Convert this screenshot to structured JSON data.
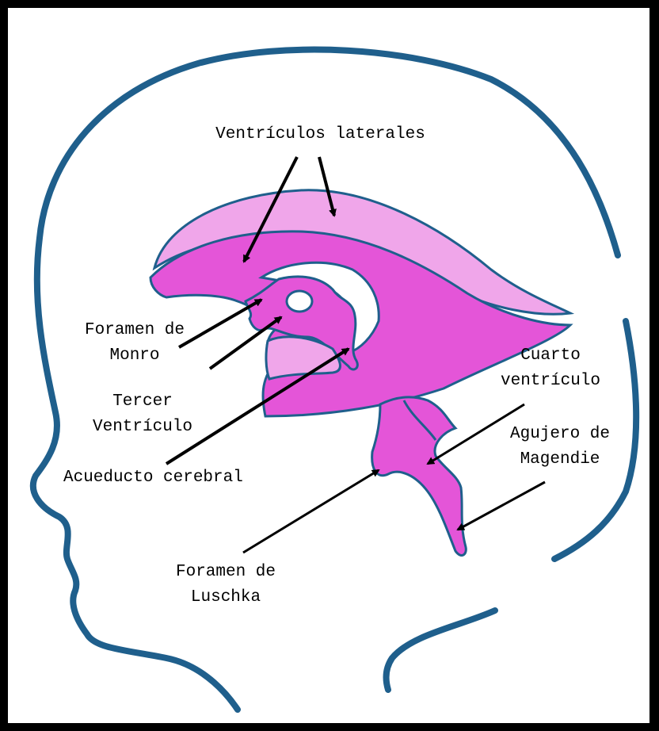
{
  "colors": {
    "outline": "#1f5f8c",
    "ventricle": "#e455d8",
    "ventricle_light": "#f0a6ea",
    "arrow": "#000000",
    "frame": "#000000"
  },
  "labels": {
    "lateral_ventricles": "Ventrículos laterales",
    "foramen_monro_1": "Foramen de",
    "foramen_monro_2": "Monro",
    "third_ventricle_1": "Tercer",
    "third_ventricle_2": "Ventrículo",
    "aqueduct": "Acueducto cerebral",
    "fourth_ventricle_1": "Cuarto",
    "fourth_ventricle_2": "ventrículo",
    "magendie_1": "Agujero de",
    "magendie_2": "Magendie",
    "luschka_1": "Foramen de",
    "luschka_2": "Luschka"
  }
}
